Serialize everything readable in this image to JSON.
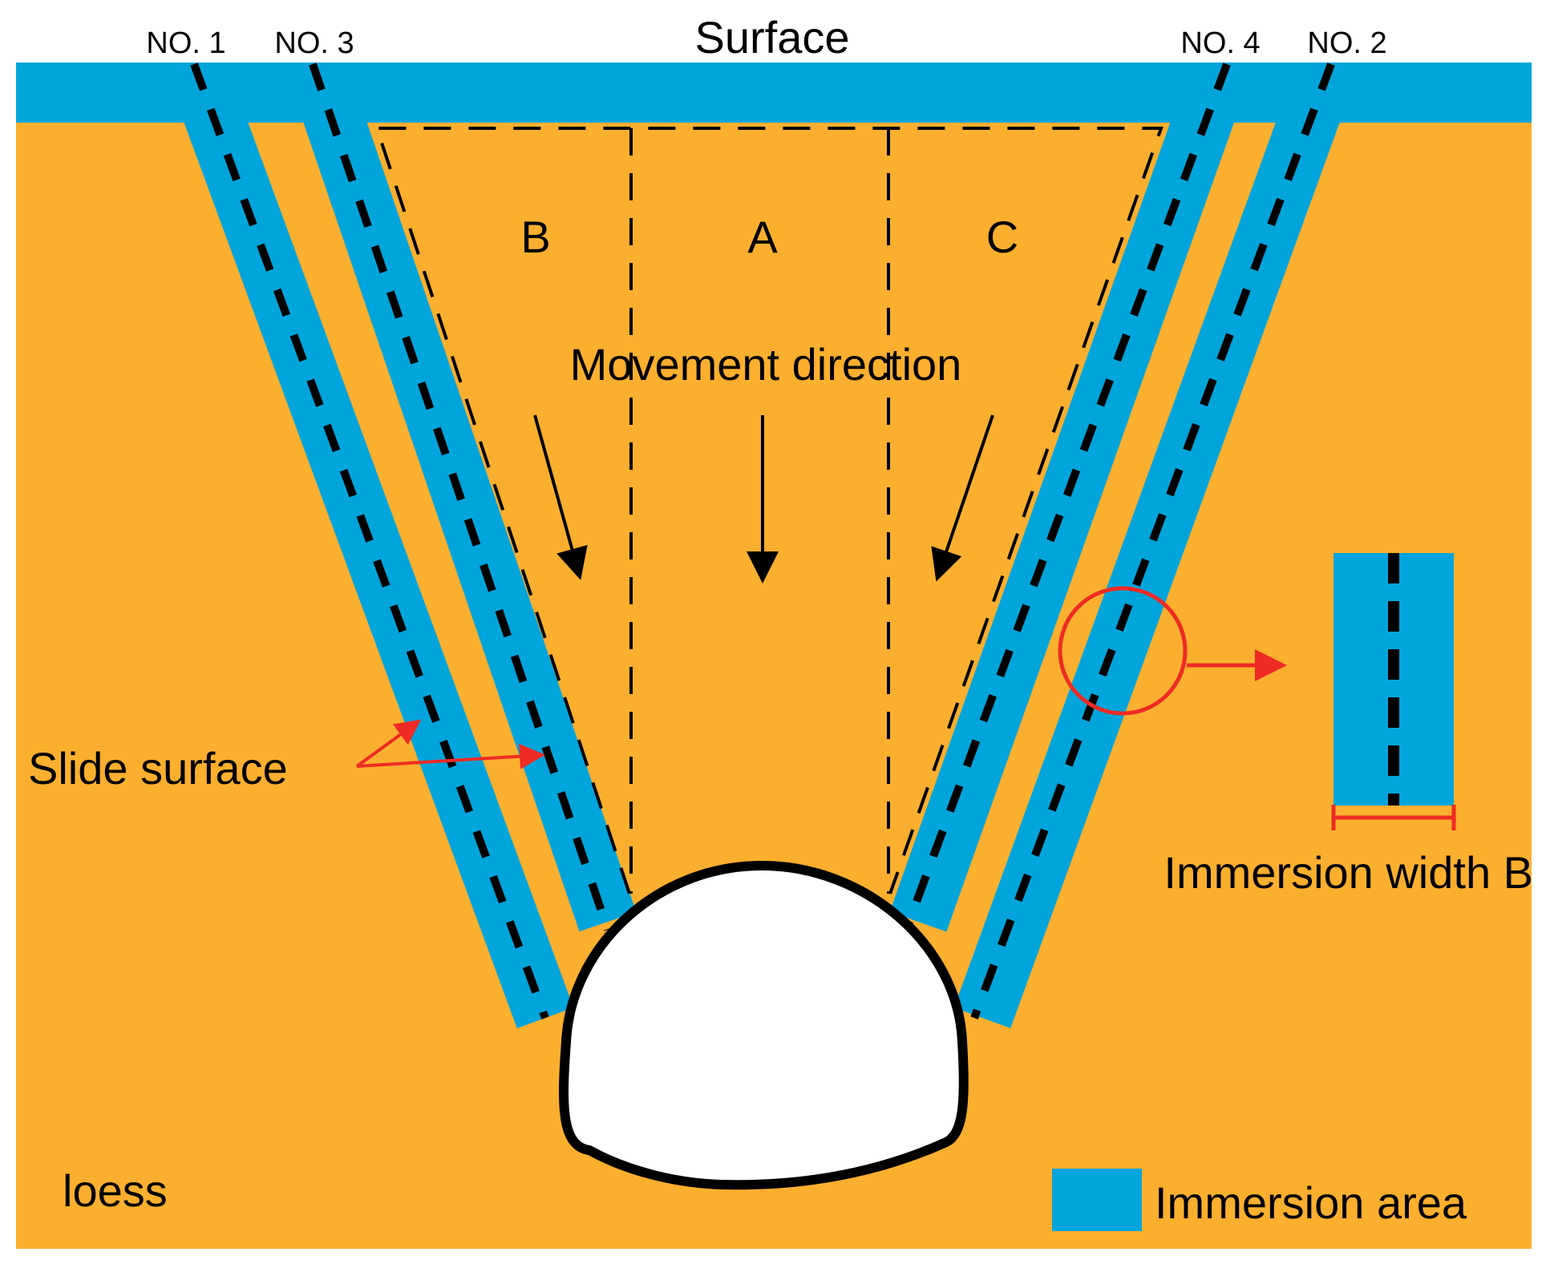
{
  "labels": {
    "surface": "Surface",
    "no1": "NO. 1",
    "no3": "NO. 3",
    "no4": "NO. 4",
    "no2": "NO. 2",
    "zone_b": "B",
    "zone_a": "A",
    "zone_c": "C",
    "movement_direction": "Movement direction",
    "slide_surface": "Slide surface",
    "immersion_width": "Immersion width B",
    "loess": "loess",
    "immersion_area": "Immersion area"
  },
  "colors": {
    "loess": "#FBAF2F",
    "immersion": "#00A5DB",
    "tunnel": "#FFFFFF",
    "outline": "#000000",
    "callout": "#EE2B24"
  },
  "icons": {
    "tunnel": "tunnel-outline-icon",
    "legend_swatch": "immersion-swatch-icon",
    "movement_arrow": "arrow-down-icon",
    "callout_arrow": "arrow-right-icon"
  }
}
